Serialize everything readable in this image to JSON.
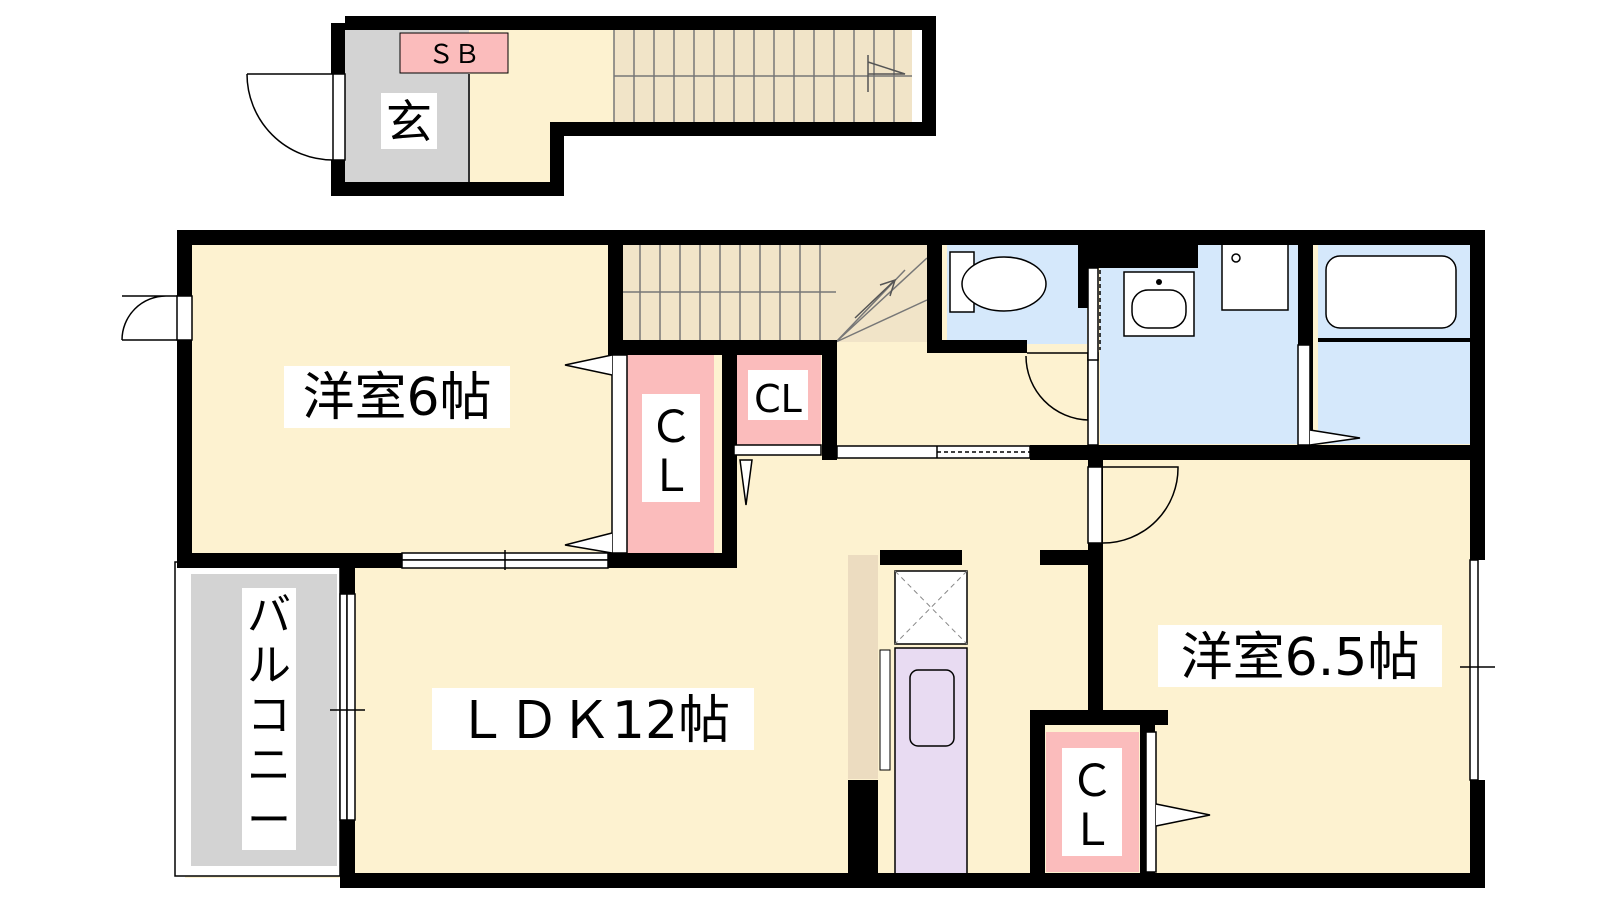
{
  "colors": {
    "wall": "#000000",
    "room": "#fdf2d0",
    "genkan": "#d3d3d3",
    "balcony": "#d3d3d3",
    "closet": "#fbbcbc",
    "wet": "#d5e8fb",
    "kitchen": "#e8dbf2",
    "stairs": "#f1e4c8",
    "counter": "#ecdcc0"
  },
  "labels": {
    "sb": "ＳＢ",
    "genkan": "玄",
    "western1": "洋室6帖",
    "cl_v1": [
      "Ｃ",
      "Ｌ"
    ],
    "cl_small": "CL",
    "ldk": "ＬＤＫ12帖",
    "western2": "洋室6.5帖",
    "cl_v2": [
      "Ｃ",
      "Ｌ"
    ],
    "balcony": [
      "バ",
      "ル",
      "コ",
      "ニ",
      "ー"
    ]
  }
}
